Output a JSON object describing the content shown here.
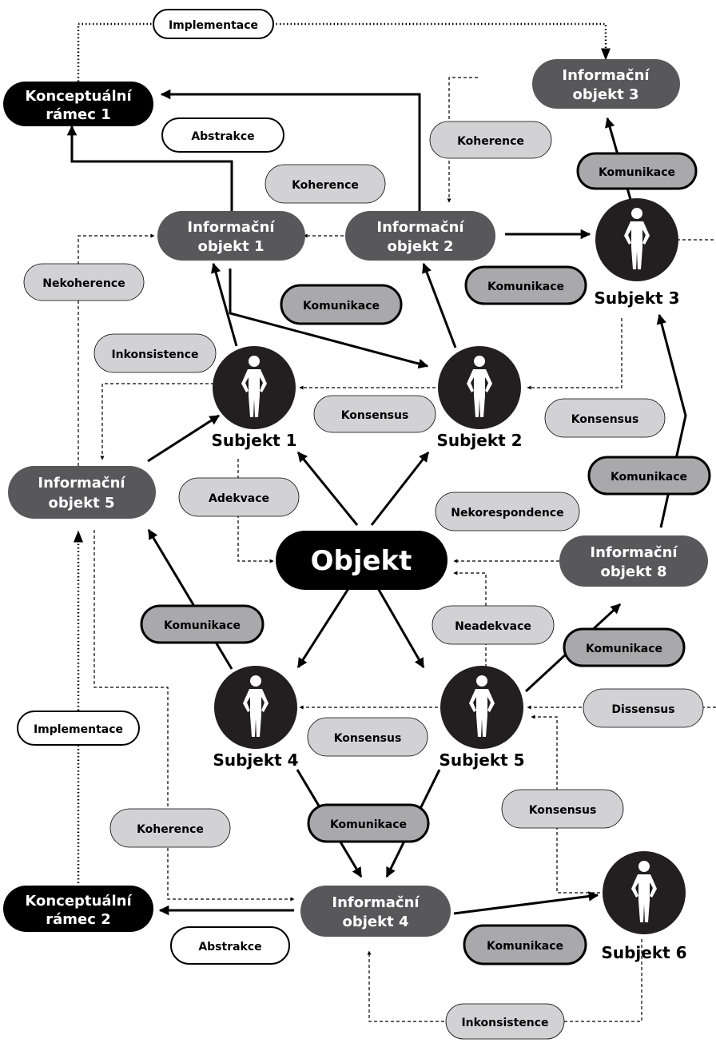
{
  "nodes": {
    "conceptual_frame_1": [
      "Konceptuální",
      "rámec 1"
    ],
    "conceptual_frame_2": [
      "Konceptuální",
      "rámec 2"
    ],
    "object": "Objekt",
    "info_object_1": [
      "Informační",
      "objekt 1"
    ],
    "info_object_2": [
      "Informační",
      "objekt 2"
    ],
    "info_object_3": [
      "Informační",
      "objekt 3"
    ],
    "info_object_4": [
      "Informační",
      "objekt 4"
    ],
    "info_object_5": [
      "Informační",
      "objekt 5"
    ],
    "info_object_8": [
      "Informační",
      "objekt 8"
    ],
    "subject_1": "Subjekt 1",
    "subject_2": "Subjekt 2",
    "subject_3": "Subjekt 3",
    "subject_4": "Subjekt 4",
    "subject_5": "Subjekt 5",
    "subject_6": "Subjekt 6"
  },
  "labels": {
    "implementace_top": "Implementace",
    "abstrakce_top": "Abstrakce",
    "koherence_1": "Koherence",
    "koherence_2": "Koherence",
    "koherence_3": "Koherence",
    "komunikace_1": "Komunikace",
    "komunikace_2": "Komunikace",
    "komunikace_3": "Komunikace",
    "komunikace_4": "Komunikace",
    "komunikace_5": "Komunikace",
    "komunikace_6": "Komunikace",
    "komunikace_7": "Komunikace",
    "komunikace_8": "Komunikace",
    "nekoherence": "Nekoherence",
    "inkonsistence_1": "Inkonsistence",
    "inkonsistence_2": "Inkonsistence",
    "konsensus_1": "Konsensus",
    "konsensus_2": "Konsensus",
    "konsensus_3": "Konsensus",
    "konsensus_4": "Konsensus",
    "adekvace": "Adekvace",
    "nekorespondence": "Nekorespondence",
    "neadekvace": "Neadekvace",
    "dissensus": "Dissensus",
    "implementace_left": "Implementace",
    "abstrakce_bottom": "Abstrakce"
  },
  "colors": {
    "conceptual_frame": "#000000",
    "info_object": "#58585a",
    "relation_label": "#d2d2d4",
    "communication_label": "#a9a9ab",
    "subject_icon": "#231f20"
  },
  "icons": {
    "subject": "person-figure-icon"
  }
}
